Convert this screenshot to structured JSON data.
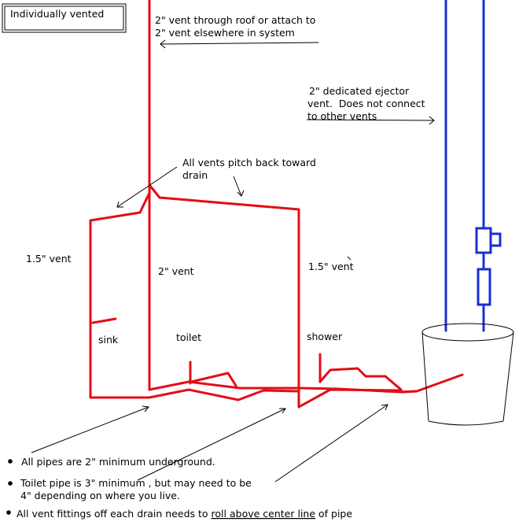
{
  "title": "Individually vented",
  "colors": {
    "drain_pipe": "#e30d16",
    "ejector_vent": "#1a2fd6",
    "ink": "#000000"
  },
  "labels": {
    "roof_vent_line1": "2\" vent through roof or attach to",
    "roof_vent_line2": "2\" vent elsewhere in system",
    "ejector_line1": "2\" dedicated ejector",
    "ejector_line2": "vent.  Does not connect",
    "ejector_line3": "to other vents",
    "pitch_line1": "All vents pitch back toward",
    "pitch_line2": "drain",
    "left_vent": "1.5\" vent",
    "center_vent": "2\" vent",
    "right_vent": "1.5\" vent",
    "sink": "sink",
    "toilet": "toilet",
    "shower": "shower"
  },
  "notes": {
    "note1": "All pipes are 2\" minimum underground.",
    "note2_line1": "Toilet pipe is 3\" minimum , but may need to be",
    "note2_line2": "4\" depending on where you live.",
    "note3_prefix": "All vent fittings off each drain needs to ",
    "note3_underlined": "roll above center line",
    "note3_suffix": " of pipe"
  }
}
